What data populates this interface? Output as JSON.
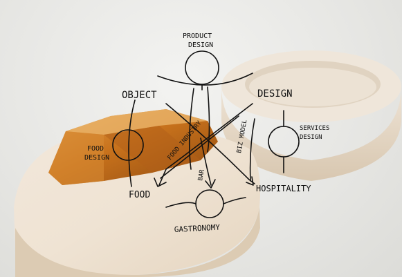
{
  "diagram": {
    "nodes": {
      "product_design": {
        "line1": "PRODUCT",
        "line2": "DESIGN"
      },
      "object": {
        "label": "OBJECT"
      },
      "design": {
        "label": "DESIGN"
      },
      "food_design": {
        "line1": "FOOD",
        "line2": "DESIGN"
      },
      "services_design": {
        "line1": "SERVICES",
        "line2": "DESIGN"
      },
      "food": {
        "label": "FOOD"
      },
      "hospitality": {
        "label": "HOSPITALITY"
      },
      "gastronomy": {
        "label": "GASTRONOMY"
      }
    },
    "edges": {
      "food_industry": "FOOD INDUSTRY",
      "biz_model": "BIZ MODEL",
      "bar": "BAR"
    }
  }
}
